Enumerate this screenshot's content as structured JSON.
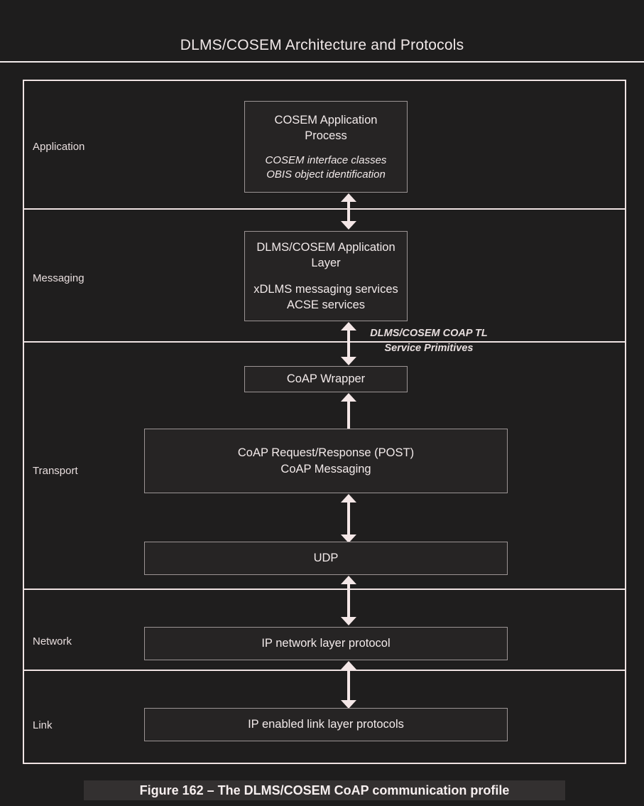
{
  "header": {
    "title": "DLMS/COSEM Architecture and Protocols"
  },
  "colors": {
    "page_background": "#1e1d1d",
    "frame_border": "#efe3e3",
    "box_border": "#9b9494",
    "box_fill": "#262424",
    "text": "#f2eaea",
    "arrow": "#f4e7e7",
    "caption_highlight": "#333030"
  },
  "diagram": {
    "layers": [
      {
        "label": "Application"
      },
      {
        "label": "Messaging"
      },
      {
        "label": "Transport"
      },
      {
        "label": "Network"
      },
      {
        "label": "Link"
      }
    ],
    "boxes": {
      "cosem_application_process": {
        "title_line1": "COSEM Application",
        "title_line2": "Process",
        "sub_line1": "COSEM interface classes",
        "sub_line2": "OBIS object identification"
      },
      "dlms_cosem_application_layer": {
        "title_line1": "DLMS/COSEM Application",
        "title_line2": "Layer",
        "sub_line1": "xDLMS messaging services",
        "sub_line2": "ACSE services"
      },
      "coap_wrapper": {
        "title_line1": "CoAP Wrapper"
      },
      "coap_request_response": {
        "title_line1": "CoAP Request/Response (POST)",
        "title_line2": "CoAP Messaging"
      },
      "udp": {
        "title_line1": "UDP"
      },
      "ip_network_layer": {
        "title_line1": "IP network layer protocol"
      },
      "ip_link_layer": {
        "title_line1": "IP enabled link layer protocols"
      }
    },
    "annotation": {
      "line1": "DLMS/COSEM COAP TL",
      "line2": "Service Primitives"
    }
  },
  "caption": {
    "text": "Figure 162 – The DLMS/COSEM CoAP communication profile"
  }
}
